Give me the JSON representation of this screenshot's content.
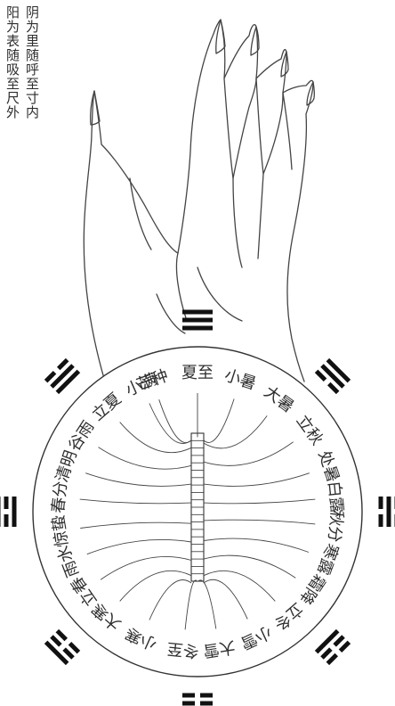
{
  "caption": {
    "column1": "阴为里随呼至寸内",
    "column2": "阳为表随吸至尺外"
  },
  "solar_terms": [
    {
      "label": "夏至",
      "angle": -90
    },
    {
      "label": "小暑",
      "angle": -72
    },
    {
      "label": "大暑",
      "angle": -54
    },
    {
      "label": "立秋",
      "angle": -36
    },
    {
      "label": "处暑",
      "angle": -19
    },
    {
      "label": "白露",
      "angle": -6
    },
    {
      "label": "秋分",
      "angle": 6
    },
    {
      "label": "寒露",
      "angle": 20
    },
    {
      "label": "霜降",
      "angle": 34
    },
    {
      "label": "立冬",
      "angle": 49
    },
    {
      "label": "小雪",
      "angle": 65
    },
    {
      "label": "大雪",
      "angle": 81
    },
    {
      "label": "冬至",
      "angle": 96
    },
    {
      "label": "小寒",
      "angle": 114
    },
    {
      "label": "大寒",
      "angle": 131
    },
    {
      "label": "立春",
      "angle": 145
    },
    {
      "label": "雨水",
      "angle": 159
    },
    {
      "label": "惊蛰",
      "angle": 172
    },
    {
      "label": "春分",
      "angle": 186
    },
    {
      "label": "清明",
      "angle": 199
    },
    {
      "label": "谷雨",
      "angle": 213
    },
    {
      "label": "立夏",
      "angle": 229
    },
    {
      "label": "小满",
      "angle": 246
    },
    {
      "label": "芒种",
      "angle": -109
    }
  ],
  "trigrams": [
    {
      "name": "qian-trigram",
      "lines": [
        1,
        1,
        1
      ],
      "angle": -90
    },
    {
      "name": "xun-trigram",
      "lines": [
        1,
        1,
        0
      ],
      "angle": -135
    },
    {
      "name": "dui-trigram",
      "lines": [
        0,
        1,
        1
      ],
      "angle": -45
    },
    {
      "name": "li-trigram",
      "lines": [
        1,
        0,
        1
      ],
      "angle": 180
    },
    {
      "name": "kan-trigram",
      "lines": [
        0,
        1,
        0
      ],
      "angle": 0
    },
    {
      "name": "zhen-trigram",
      "lines": [
        0,
        0,
        1
      ],
      "angle": 135
    },
    {
      "name": "gen-trigram",
      "lines": [
        1,
        0,
        0
      ],
      "angle": 45
    },
    {
      "name": "kun-trigram",
      "lines": [
        0,
        0,
        0
      ],
      "angle": 90
    }
  ],
  "ruler": {
    "segments": 20
  }
}
